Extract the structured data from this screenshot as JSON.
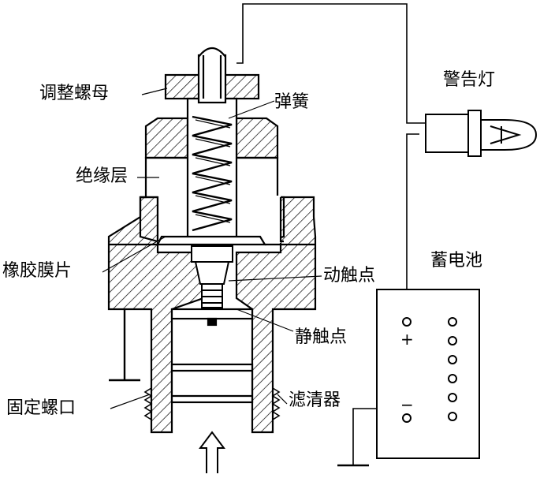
{
  "labels": {
    "adjust_nut": "调整螺母",
    "spring": "弹簧",
    "insulation": "绝缘层",
    "diaphragm": "橡胶膜片",
    "moving_contact": "动触点",
    "static_contact": "静触点",
    "fixing_thread": "固定螺口",
    "filter": "滤清器",
    "warning_lamp": "警告灯",
    "battery": "蓄电池"
  },
  "battery_terminals": {
    "positive": "+",
    "negative": "−"
  },
  "colors": {
    "ink": "#000000",
    "background": "#ffffff"
  }
}
